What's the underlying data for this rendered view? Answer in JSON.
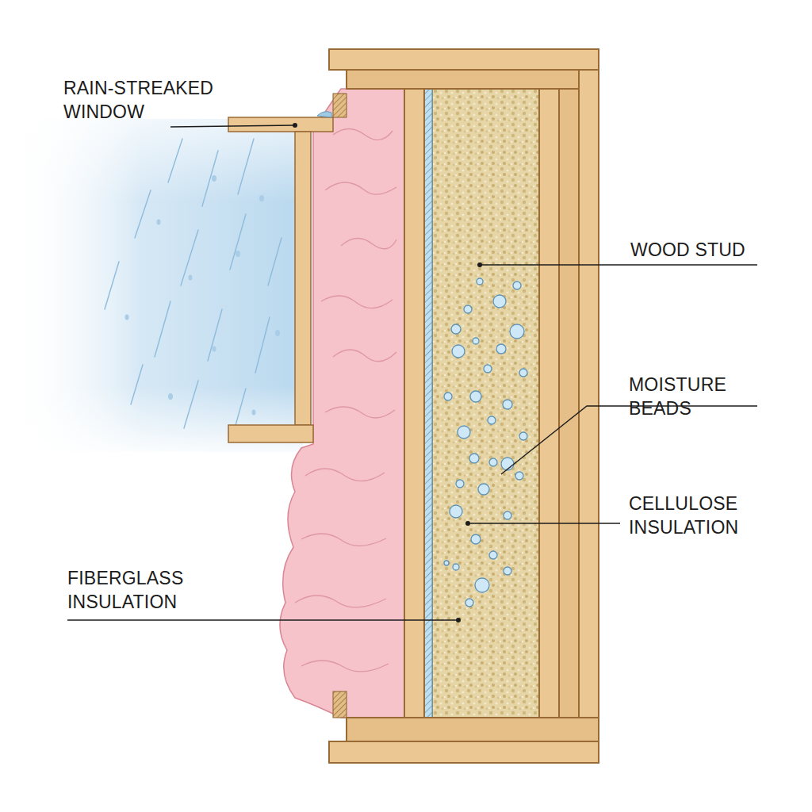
{
  "diagram": {
    "labels": [
      "RAIN-STREAKED WINDOW",
      "WOOD STUD",
      "MOISTURE BEADS",
      "CELLULOSE INSULATION",
      "FIBERGLASS INSULATION"
    ]
  }
}
